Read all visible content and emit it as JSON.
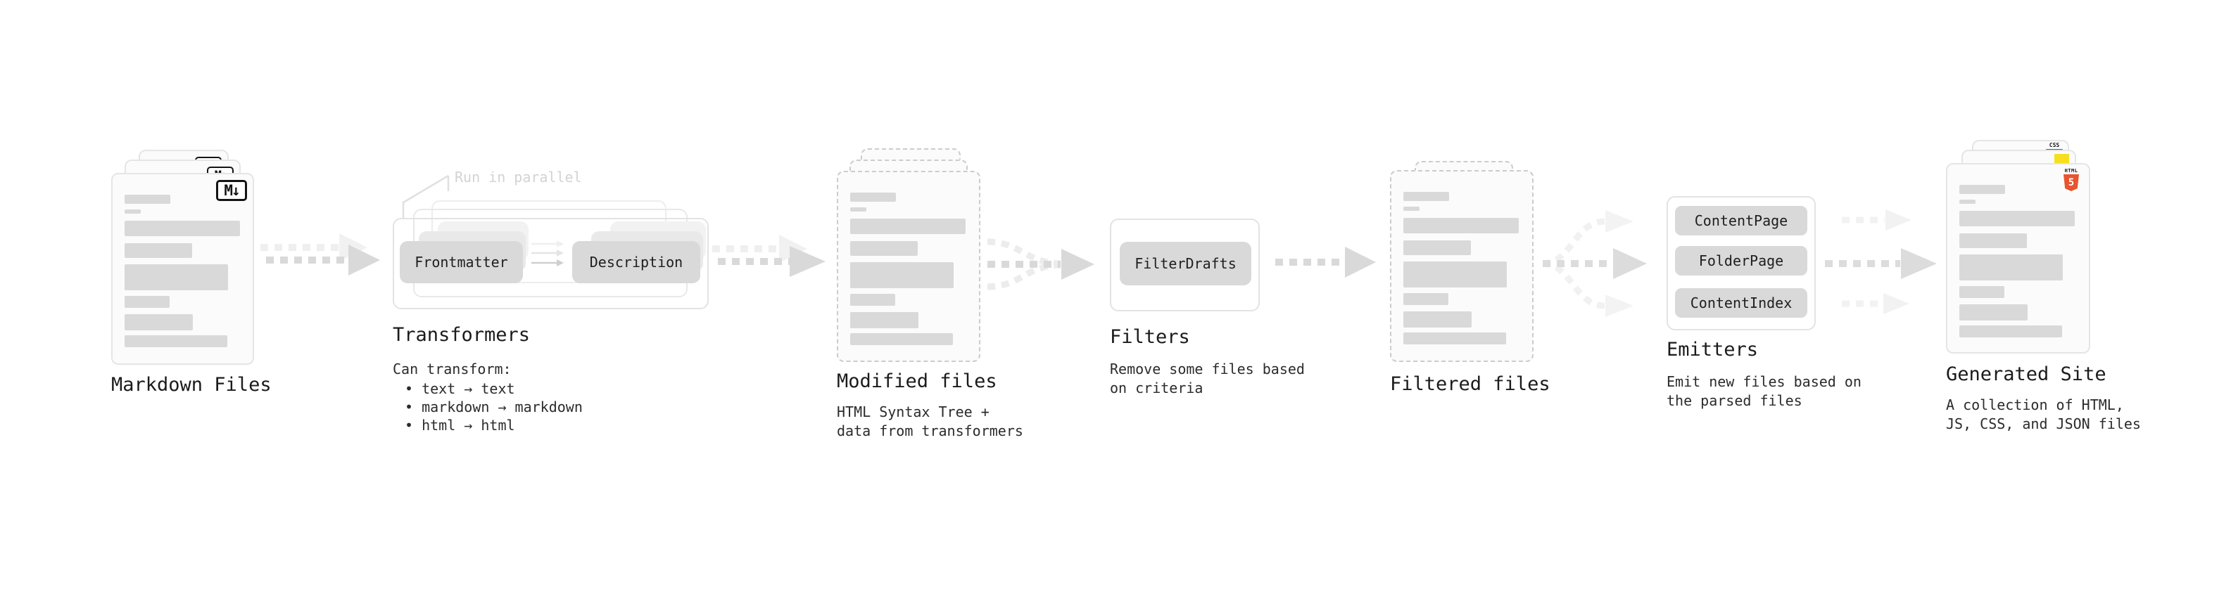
{
  "colors": {
    "js_yellow": "#f7df1e",
    "css_blue": "#2760e6",
    "html5_orange": "#e8542f",
    "button_gray": "#d9d9d9",
    "skeleton_gray": "#d9d9d9"
  },
  "markdown_files": {
    "title": "Markdown Files",
    "badge": "M↓"
  },
  "transformers": {
    "annotation": "Run in parallel",
    "transformer_1": "Frontmatter",
    "transformer_2": "Description",
    "title": "Transformers",
    "description_heading": "Can transform:",
    "bullets": [
      "• text → text",
      "• markdown → markdown",
      "• html → html"
    ]
  },
  "modified_files": {
    "title": "Modified files",
    "subtitle": [
      "HTML Syntax Tree +",
      "data from transformers"
    ]
  },
  "filters": {
    "filter_1": "FilterDrafts",
    "title": "Filters",
    "subtitle": [
      "Remove some files based",
      "on criteria"
    ]
  },
  "filtered_files": {
    "title": "Filtered files"
  },
  "emitters": {
    "buttons": [
      "ContentPage",
      "FolderPage",
      "ContentIndex"
    ],
    "title": "Emitters",
    "subtitle": [
      "Emit new files based on",
      "the parsed files"
    ]
  },
  "generated_site": {
    "title": "Generated Site",
    "subtitle": [
      "A collection of HTML,",
      "JS, CSS, and JSON files"
    ],
    "css_badge": "CSS",
    "html_badge_label": "HTML",
    "html_badge_number": "5"
  }
}
